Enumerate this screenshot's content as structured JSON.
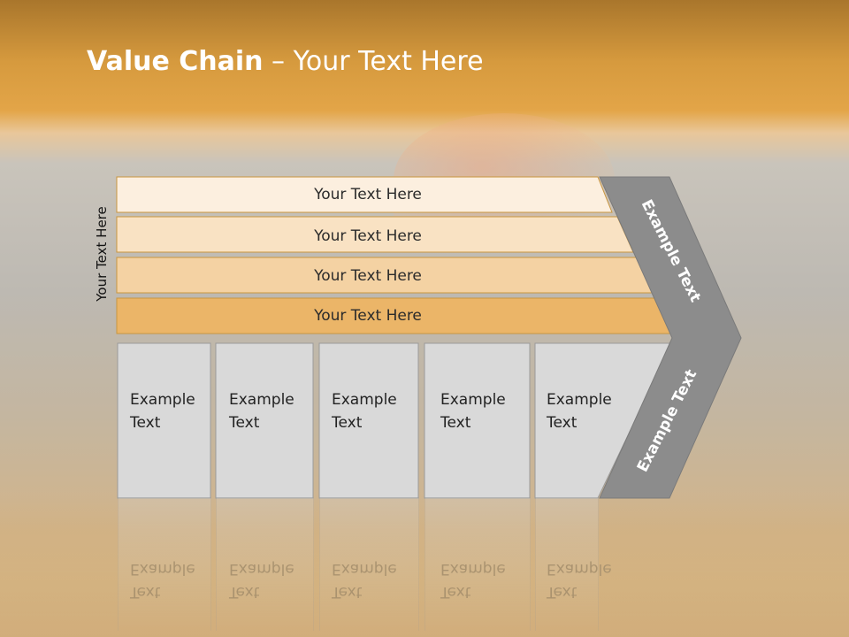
{
  "slide": {
    "title_bold": "Value Chain",
    "title_rest": " – Your Text Here",
    "side_label": "Your Text Here"
  },
  "support_bars": [
    {
      "label": "Your Text Here",
      "fill": "#fcefdf"
    },
    {
      "label": "Your Text Here",
      "fill": "#f9e2c3"
    },
    {
      "label": "Your Text Here",
      "fill": "#f4d2a3"
    },
    {
      "label": "Your Text Here",
      "fill": "#ebb568"
    }
  ],
  "primary_boxes": [
    {
      "line1": "Example",
      "line2": "Text"
    },
    {
      "line1": "Example",
      "line2": "Text"
    },
    {
      "line1": "Example",
      "line2": "Text"
    },
    {
      "line1": "Example",
      "line2": "Text"
    },
    {
      "line1": "Example",
      "line2": "Text"
    }
  ],
  "chevron": {
    "upper_label": "Example Text",
    "lower_label": "Example Text",
    "fill": "#8c8c8c"
  },
  "colors": {
    "box_fill": "#d9d9d9",
    "bar_border": "#c9963f"
  }
}
